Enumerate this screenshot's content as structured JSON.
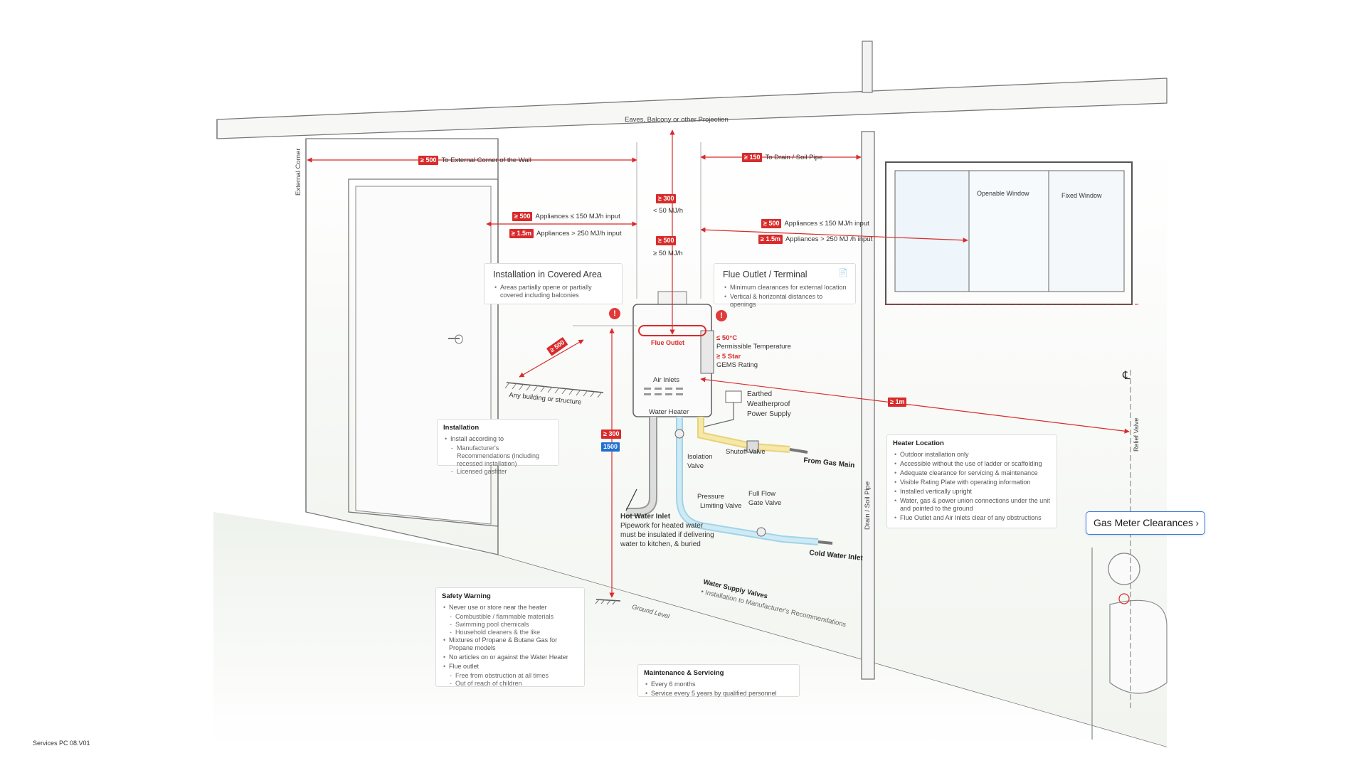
{
  "labels": {
    "eaves": "Eaves, Balcony or other Projection",
    "external_corner": "External Corner",
    "to_external_corner": "To External Corner of the Wall",
    "to_drain": "To Drain / Soil Pipe",
    "openable_window": "Openable Window",
    "fixed_window": "Fixed Window",
    "lt50": "< 50 MJ/h",
    "gte50": "≥ 50 MJ/h",
    "appl_le150_text": "Appliances ≤ 150 MJ/h input",
    "appl_gt250_text": "Appliances > 250 MJ/h input",
    "appl_le150_text_r": "Appliances ≤ 150 MJ/h input",
    "appl_gt250_text_r": "Appliances > 250 MJ /h input",
    "flue_outlet": "Flue Outlet",
    "air_inlets": "Air Inlets",
    "water_heater": "Water Heater",
    "any_building": "Any building or structure",
    "temp_val": "≤ 50°C",
    "temp_label": "Permissible Temperature",
    "star_val": "≥ 5 Star",
    "star_label": "GEMS Rating",
    "earthed": "Earthed",
    "weatherproof": "Weatherproof",
    "power_supply": "Power Supply",
    "shutoff_valve": "Shutoff Valve",
    "from_gas_main": "From Gas Main",
    "isolation": "Isolation",
    "valve": "Valve",
    "pressure": "Pressure",
    "limiting_valve": "Limiting Valve",
    "full_flow": "Full Flow",
    "gate_valve": "Gate Valve",
    "cold_water_inlet": "Cold Water Inlet",
    "hot_water_inlet": "Hot Water Inlet",
    "hot_water_desc": [
      "Pipework for heated water",
      "must be insulated if delivering",
      "water to kitchen, & buried"
    ],
    "ground_level": "Ground Level",
    "drain_soil_pipe": "Drain / Soil Pipe",
    "relief_valve": "Relief Valve",
    "centerline": "℄",
    "water_supply_valves": "Water Supply Valves",
    "water_supply_desc": "Installation to Manufacturer's Recommendations"
  },
  "dims": {
    "d500_corner": "≥ 500",
    "d150": "≥ 150",
    "d300_top": "≥ 300",
    "d500_top": "≥ 500",
    "d500_left": "≥ 500",
    "d15m_left": "≥ 1.5m",
    "d500_right": "≥ 500",
    "d15m_right": "≥ 1.5m",
    "d500_diag": "≥ 500",
    "d1m": "≥ 1m",
    "d300_ground": "≥ 300",
    "d1500": "1500"
  },
  "boxes": {
    "covered": {
      "title": "Installation in Covered Area",
      "items": [
        "Areas partially opene or partially covered including balconies"
      ]
    },
    "flue": {
      "title": "Flue Outlet / Terminal",
      "items": [
        "Minimum clearances for external location",
        "Vertical & horizontal distances to openings"
      ]
    },
    "installation": {
      "title": "Installation",
      "item": "Install according to",
      "subs": [
        "Manufacturer's Recommendations (including recessed installation)",
        "Licensed gasfitter"
      ]
    },
    "heater_location": {
      "title": "Heater Location",
      "items": [
        "Outdoor installation only",
        "Accessible without the use of ladder or scaffolding",
        "Adequate clearance for servicing & maintenance",
        "Visible Rating Plate with operating information",
        "Installed vertically upright",
        "Water, gas & power union connections under the unit and pointed to the ground",
        "Flue Outlet and Air Inlets clear of any obstructions"
      ]
    },
    "safety": {
      "title": "Safety Warning",
      "item1": "Never use or store near the heater",
      "subs1": [
        "Combustible / flammable materials",
        "Swimming pool chemicals",
        "Household cleaners & the like"
      ],
      "item2": "Mixtures of Propane & Butane Gas for Propane models",
      "item3": "No articles on or against the Water Heater",
      "item4": "Flue outlet",
      "subs4": [
        "Free from obstruction at all times",
        "Out of reach of children"
      ]
    },
    "maintenance": {
      "title": "Maintenance & Servicing",
      "items": [
        "Every 6 months",
        "Service every 5 years by qualified personnel"
      ]
    }
  },
  "gas_button": "Gas Meter Clearances",
  "footer": "Services PC 08.V01",
  "colors": {
    "accent_red": "#d92b2b",
    "accent_blue": "#1f6fd1",
    "button_border": "#3a7be0"
  }
}
